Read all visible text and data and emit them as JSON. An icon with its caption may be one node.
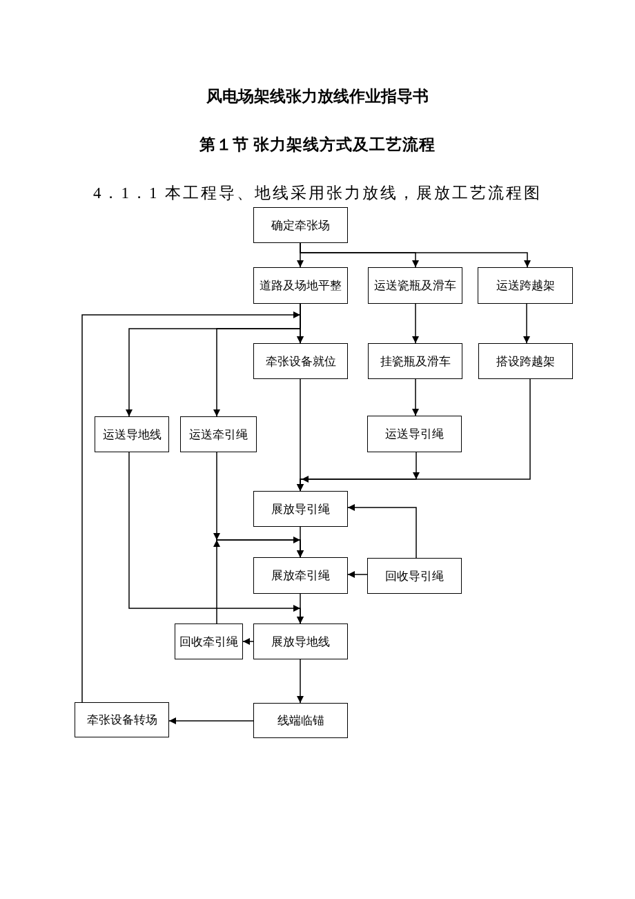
{
  "diagram": {
    "title": "风电场架线张力放线作业指导书",
    "nodes": [
      {
        "text": [
          "确定牵张场"
        ]
      },
      {
        "text": [
          "道路及场地平整"
        ]
      },
      {
        "text": [
          "运送瓷瓶及滑车"
        ]
      },
      {
        "text": [
          "运送跨越架"
        ]
      },
      {
        "text": [
          "牵张设备就位"
        ]
      },
      {
        "text": [
          "挂瓷瓶及滑车"
        ]
      },
      {
        "text": [
          "搭设跨越架"
        ]
      },
      {
        "text": [
          "运送导地线"
        ]
      },
      {
        "text": [
          "运送牵引绳"
        ]
      },
      {
        "text": [
          "运送导引绳"
        ]
      },
      {
        "text": [
          "展放导引绳"
        ]
      },
      {
        "text": [
          "展放牵引绳"
        ]
      },
      {
        "text": [
          "回收导引绳"
        ]
      },
      {
        "text": [
          "回收牵引绳"
        ]
      },
      {
        "text": [
          "展放导地线"
        ]
      },
      {
        "text": [
          "牵张设备转场"
        ]
      },
      {
        "text": [
          "线端临锚"
        ]
      }
    ],
    "edges": [
      {
        "from": 0,
        "to": 1,
        "arrow": "to"
      },
      {
        "from": 0,
        "to": 2,
        "arrow": "to"
      },
      {
        "from": 0,
        "to": 3,
        "arrow": "to"
      },
      {
        "from": 1,
        "to": 4,
        "arrow": "to"
      },
      {
        "from": 1,
        "to": 7,
        "arrow": "to"
      },
      {
        "from": 1,
        "to": 8,
        "arrow": "to"
      },
      {
        "from": 15,
        "to": 4,
        "arrow": "to"
      },
      {
        "from": 2,
        "to": 5,
        "arrow": "to"
      },
      {
        "from": 3,
        "to": 6,
        "arrow": "to"
      },
      {
        "from": 5,
        "to": 9,
        "arrow": "to"
      },
      {
        "from": 4,
        "to": 10,
        "arrow": "to"
      },
      {
        "from": 9,
        "to": 10,
        "arrow": "to"
      },
      {
        "from": 6,
        "to": 10,
        "arrow": "to"
      },
      {
        "from": 12,
        "to": 10,
        "arrow": "to"
      },
      {
        "from": 10,
        "to": 11,
        "arrow": "to"
      },
      {
        "from": 8,
        "to": 11,
        "arrow": "to"
      },
      {
        "from": 13,
        "to": 11,
        "arrow": "to"
      },
      {
        "from": 12,
        "to": 11,
        "arrow": "to"
      },
      {
        "from": 7,
        "to": 14,
        "arrow": "to"
      },
      {
        "from": 11,
        "to": 14,
        "arrow": "to"
      },
      {
        "from": 14,
        "to": 13,
        "arrow": "to"
      },
      {
        "from": 14,
        "to": 16,
        "arrow": "to"
      },
      {
        "from": 16,
        "to": 15,
        "arrow": "to"
      }
    ],
    "labels": [
      "第１节 张力架线方式及工艺流程",
      "4．1．1 本工程导、地线采用张力放线，展放工艺流程图"
    ]
  }
}
